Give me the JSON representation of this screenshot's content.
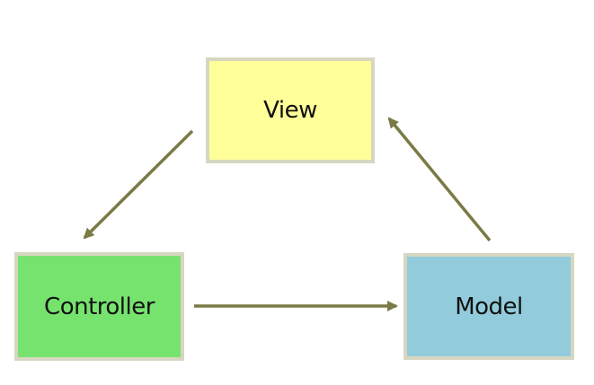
{
  "diagram": {
    "nodes": [
      {
        "id": "view",
        "label": "View",
        "color": "#ffff99"
      },
      {
        "id": "controller",
        "label": "Controller",
        "color": "#77e36f"
      },
      {
        "id": "model",
        "label": "Model",
        "color": "#92ccdc"
      }
    ],
    "edges": [
      {
        "from": "view",
        "to": "controller"
      },
      {
        "from": "controller",
        "to": "model"
      },
      {
        "from": "model",
        "to": "view"
      }
    ],
    "border_color": "#d6d6c2",
    "arrow_color": "#7a7a46"
  }
}
